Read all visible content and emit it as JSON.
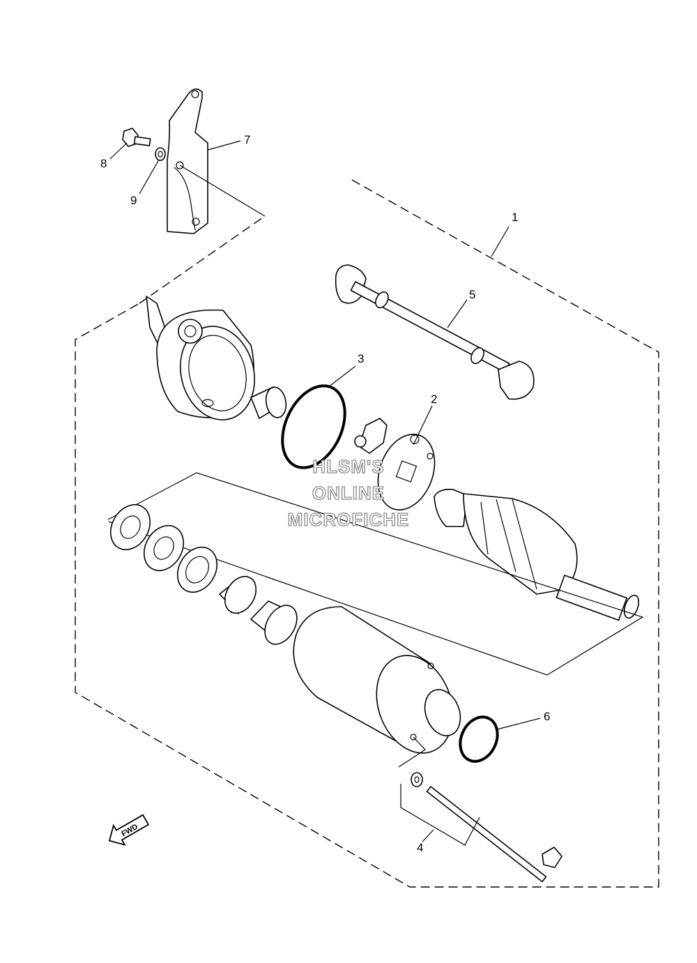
{
  "callouts": [
    "1",
    "2",
    "3",
    "4",
    "5",
    "6",
    "7",
    "8",
    "9"
  ],
  "fwd_label": "FWD",
  "watermark": {
    "line1": "HLSM'S",
    "line2": "ONLINE",
    "line3": "MICROFICHE"
  }
}
